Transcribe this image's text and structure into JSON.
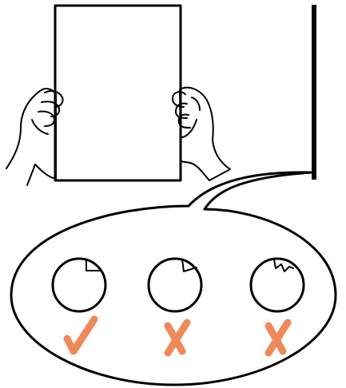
{
  "colors": {
    "ink": "#000000",
    "mark": "#ee8a5a",
    "background": "#ffffff"
  },
  "illustration": {
    "subject": "hands-holding-sheet-against-wall",
    "icons": [
      "paper-sheet-icon",
      "left-hand-icon",
      "right-hand-icon",
      "wall-edge-icon",
      "callout-bubble-icon"
    ]
  },
  "options": [
    {
      "icon": "circle-clean-corner-icon",
      "result": "correct",
      "result_icon": "check-mark-icon"
    },
    {
      "icon": "circle-folded-corner-icon",
      "result": "incorrect",
      "result_icon": "cross-mark-icon"
    },
    {
      "icon": "circle-torn-corner-icon",
      "result": "incorrect",
      "result_icon": "cross-mark-icon"
    }
  ]
}
